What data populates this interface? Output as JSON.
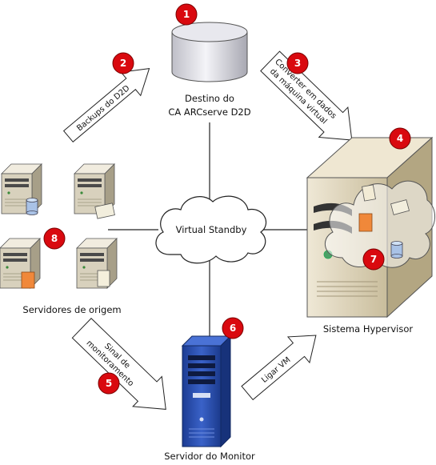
{
  "labels": {
    "destino_line1": "Destino do",
    "destino_line2": "CA ARCserve D2D",
    "virtual_standby": "Virtual Standby",
    "servidores_origem": "Servidores de origem",
    "sistema_hypervisor": "Sistema Hypervisor",
    "servidor_monitor": "Servidor do Monitor"
  },
  "arrows": {
    "backups": "Backups do D2D",
    "converter_line1": "Converter em dados",
    "converter_line2": "da máquina virtual",
    "sinal_line1": "Sinal de",
    "sinal_line2": "monitoramento",
    "ligar_vm": "Ligar VM"
  },
  "badges": [
    "1",
    "2",
    "3",
    "4",
    "5",
    "6",
    "7",
    "8"
  ],
  "colors": {
    "badge": "#d9090f",
    "cylinder": "#e4e4ea",
    "hypervisor_case": "#ddd2b4",
    "server_case": "#d6cfbc",
    "monitor_server": "#2a4fb4",
    "line": "#222222"
  },
  "icons": [
    "database-cylinder-icon",
    "cloud-icon",
    "server-icon",
    "tower-server-icon",
    "vm-icon",
    "arrow-icon"
  ]
}
